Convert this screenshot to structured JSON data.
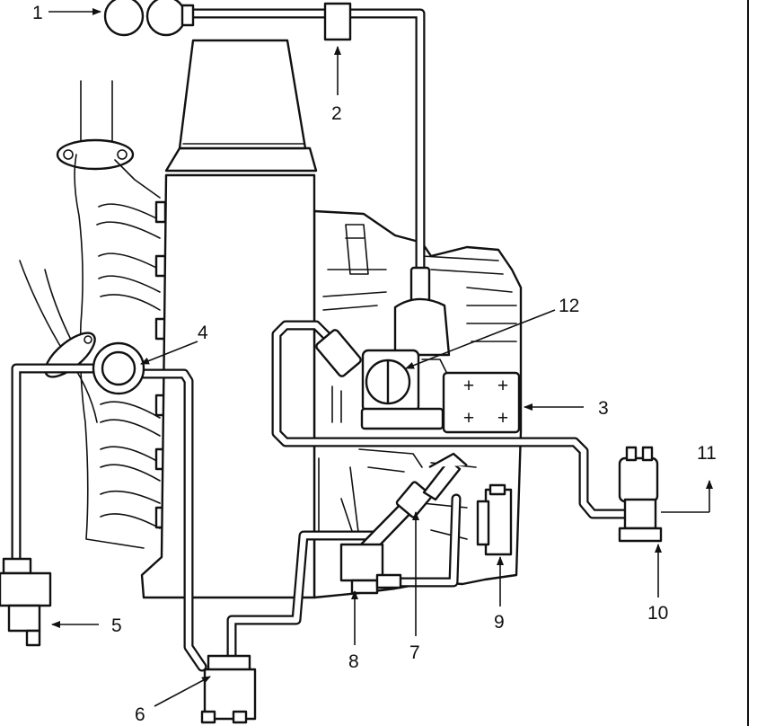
{
  "diagram": {
    "callouts": [
      {
        "id": "1",
        "text": "1"
      },
      {
        "id": "2",
        "text": "2"
      },
      {
        "id": "3",
        "text": "3"
      },
      {
        "id": "4",
        "text": "4"
      },
      {
        "id": "5",
        "text": "5"
      },
      {
        "id": "6",
        "text": "6"
      },
      {
        "id": "7",
        "text": "7"
      },
      {
        "id": "8",
        "text": "8"
      },
      {
        "id": "9",
        "text": "9"
      },
      {
        "id": "10",
        "text": "10"
      },
      {
        "id": "11",
        "text": "11"
      },
      {
        "id": "12",
        "text": "12"
      }
    ],
    "colors": {
      "ink": "#111111",
      "background": "#ffffff"
    }
  }
}
